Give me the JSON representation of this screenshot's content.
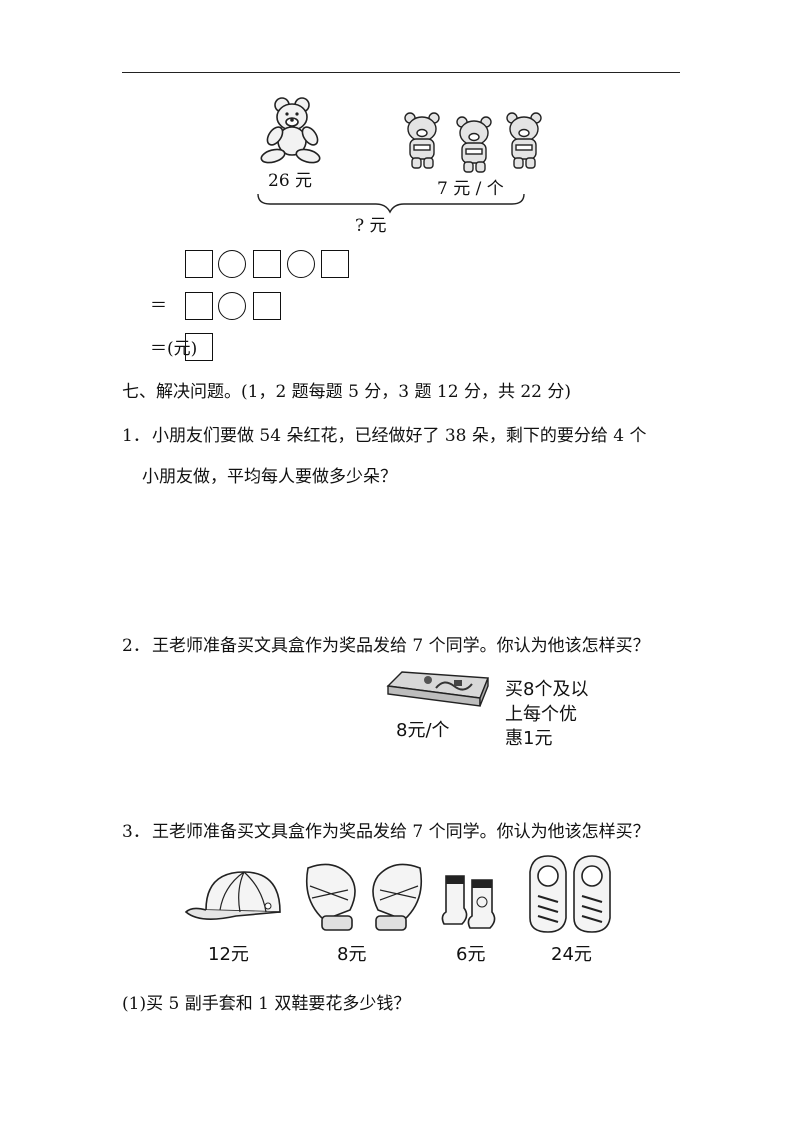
{
  "top_problem": {
    "single_bear_price": "26 元",
    "bear_group_price": "7 元 / 个",
    "total_label": "? 元",
    "result_unit": "(元)",
    "equals": "＝"
  },
  "section_seven": {
    "heading": "七、解决问题。(1，2 题每题 5 分，3 题 12 分，共 22 分)",
    "q1": {
      "number": "1．",
      "line1": "小朋友们要做 54 朵红花，已经做好了 38 朵，剩下的要分给 4 个",
      "line2": "小朋友做，平均每人要做多少朵？"
    },
    "q2": {
      "number": "2．",
      "text": "王老师准备买文具盒作为奖品发给 7 个同学。你认为他该怎样买？",
      "pencil_box_price": "8元/个",
      "offer_line1": "买8个及以",
      "offer_line2": "上每个优",
      "offer_line3": "惠1元"
    },
    "q3": {
      "number": "3．",
      "text": "王老师准备买文具盒作为奖品发给 7 个同学。你认为他该怎样买？",
      "hat_price": "12元",
      "gloves_price": "8元",
      "socks_price": "6元",
      "shoes_price": "24元",
      "sub1": "(1)买 5 副手套和 1 双鞋要花多少钱？"
    }
  },
  "icons": {
    "big_bear": "teddy-bear-icon",
    "small_bear": "small-bear-icon",
    "pencil_box": "pencil-box-icon",
    "hat": "cap-icon",
    "gloves": "mittens-icon",
    "socks": "socks-icon",
    "shoes": "sneakers-icon"
  }
}
